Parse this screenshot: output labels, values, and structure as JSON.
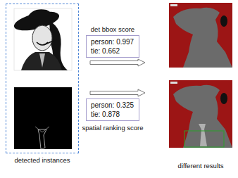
{
  "diagram": {
    "nodes": [
      {
        "text": [
          "detected instances"
        ]
      },
      {
        "text": [
          "det bbox score",
          "person: 0.997",
          "tie: 0.662"
        ]
      },
      {
        "text": [
          "person: 0.325",
          "tie: 0.878",
          "spatial ranking score"
        ]
      }
    ],
    "labels": [
      "different results"
    ]
  }
}
